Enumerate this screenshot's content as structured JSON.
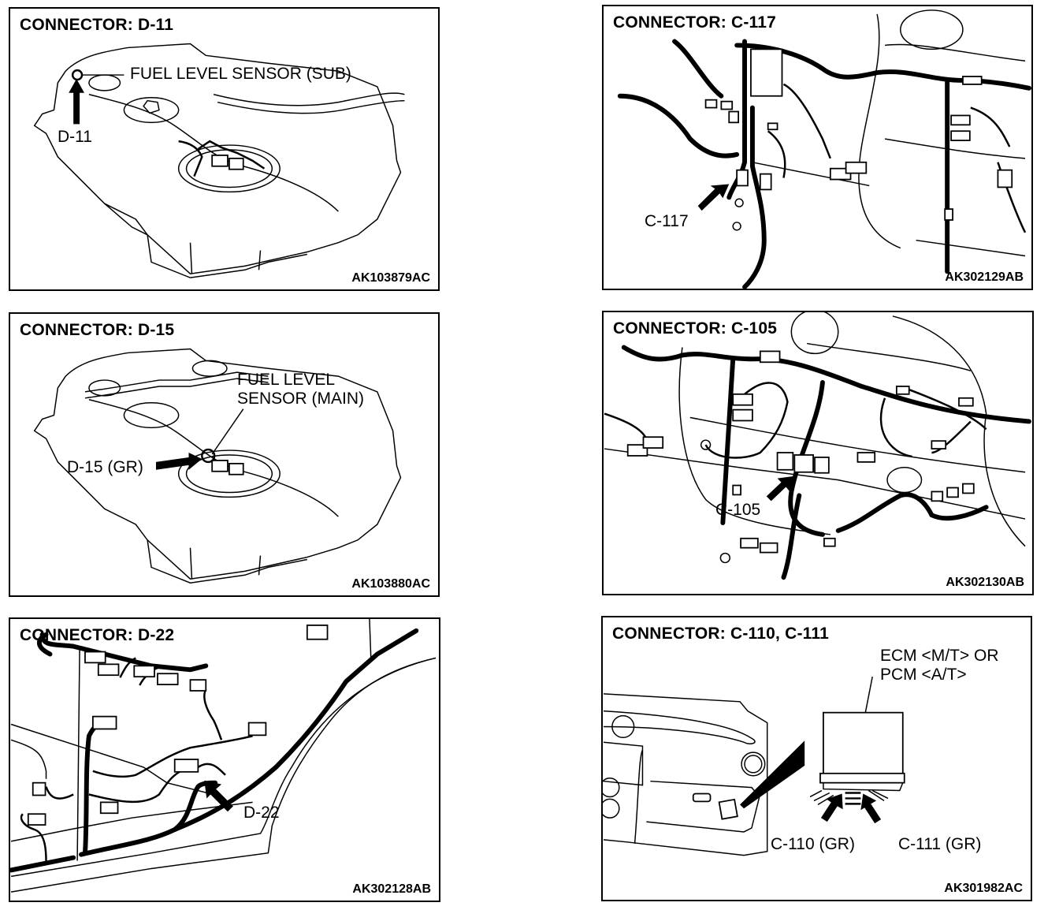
{
  "page": {
    "panels": [
      {
        "id": "d11",
        "title": "CONNECTOR: D-11",
        "callouts": [
          "FUEL LEVEL SENSOR (SUB)",
          "D-11"
        ],
        "figure_id": "AK103879AC",
        "subject": "fuel-tank"
      },
      {
        "id": "c117",
        "title": "CONNECTOR: C-117",
        "callouts": [
          "C-117"
        ],
        "figure_id": "AK302129AB",
        "subject": "wiring-harness"
      },
      {
        "id": "d15",
        "title": "CONNECTOR: D-15",
        "callouts": [
          "FUEL LEVEL",
          "SENSOR (MAIN)",
          "D-15 (GR)"
        ],
        "figure_id": "AK103880AC",
        "subject": "fuel-tank"
      },
      {
        "id": "c105",
        "title": "CONNECTOR: C-105",
        "callouts": [
          "C-105"
        ],
        "figure_id": "AK302130AB",
        "subject": "wiring-harness"
      },
      {
        "id": "d22",
        "title": "CONNECTOR: D-22",
        "callouts": [
          "D-22"
        ],
        "figure_id": "AK302128AB",
        "subject": "wiring-harness"
      },
      {
        "id": "c110-c111",
        "title": "CONNECTOR: C-110, C-111",
        "callouts": [
          "ECM <M/T> OR",
          "PCM <A/T>",
          "C-110 (GR)",
          "C-111 (GR)"
        ],
        "figure_id": "AK301982AC",
        "subject": "ecm-pcm-module"
      }
    ]
  }
}
